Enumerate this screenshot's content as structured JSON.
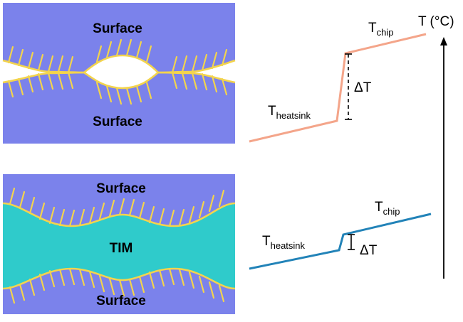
{
  "top_panel": {
    "upper_label": "Surface",
    "lower_label": "Surface"
  },
  "bottom_panel": {
    "upper_label": "Surface",
    "middle_label": "TIM",
    "lower_label": "Surface"
  },
  "top_plot": {
    "heatsink_main": "T",
    "heatsink_sub": "heatsink",
    "chip_main": "T",
    "chip_sub": "chip",
    "delta_label": "ΔT"
  },
  "bottom_plot": {
    "heatsink_main": "T",
    "heatsink_sub": "heatsink",
    "chip_main": "T",
    "chip_sub": "chip",
    "delta_label": "ΔT"
  },
  "axis": {
    "label": "T (°C)"
  },
  "colors": {
    "surface_fill": "#7b82eb",
    "tim_fill": "#2fcbcb",
    "roughness": "#f3d44d",
    "no_tim_line": "#f4a58a",
    "tim_line": "#2283b8",
    "axis": "#000000"
  }
}
